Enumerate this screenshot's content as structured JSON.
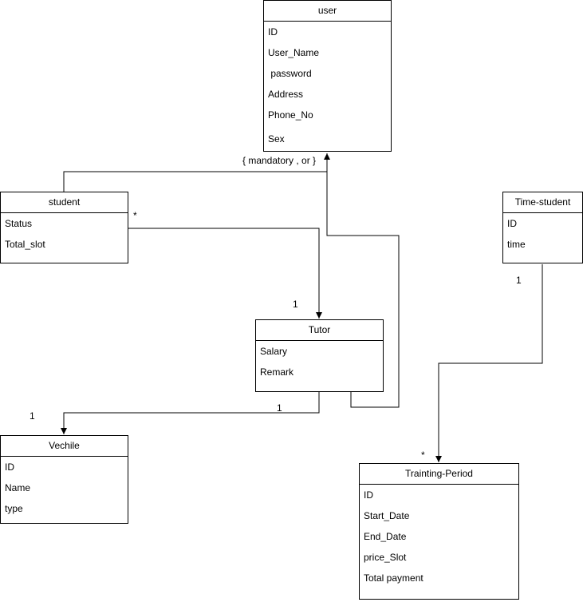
{
  "entities": {
    "user": {
      "title": "user",
      "attrs": [
        "ID",
        "User_Name",
        " password",
        "Address",
        "Phone_No",
        "Sex"
      ]
    },
    "student": {
      "title": "student",
      "attrs": [
        "Status",
        "Total_slot"
      ]
    },
    "time_student": {
      "title": "Time-student",
      "attrs": [
        "ID",
        "time"
      ]
    },
    "tutor": {
      "title": "Tutor",
      "attrs": [
        "Salary",
        "Remark"
      ]
    },
    "vechile": {
      "title": "Vechile",
      "attrs": [
        "ID",
        "Name",
        "type"
      ]
    },
    "training_period": {
      "title": "Trainting-Period",
      "attrs": [
        "ID",
        "Start_Date",
        "End_Date",
        "price_Slot",
        "Total payment"
      ]
    }
  },
  "labels": {
    "constraint": "{ mandatory , or }",
    "student_tutor_many": "*",
    "student_tutor_one": "1",
    "tutor_vechile_one_a": "1",
    "tutor_vechile_one_b": "1",
    "timestudent_one": "1",
    "training_many": "*"
  },
  "colors": {
    "line": "#000000",
    "box_fill": "#ffffff"
  }
}
